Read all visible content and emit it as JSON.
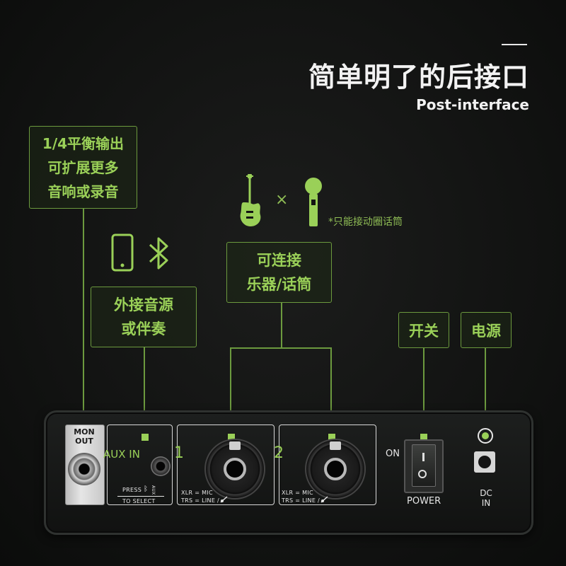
{
  "header": {
    "title": "简单明了的后接口",
    "subtitle": "Post-interface"
  },
  "callouts": {
    "balanced_out": "1/4平衡输出\n可扩展更多\n音响或录音",
    "aux_source": "外接音源\n或伴奏",
    "instrument_mic": "可连接\n乐器/话筒",
    "power_switch": "开关",
    "power_source": "电源"
  },
  "icons": {
    "guitar": "guitar-icon",
    "mic": "microphone-icon",
    "times": "×",
    "phone": "phone-icon",
    "bluetooth": "bluetooth-icon"
  },
  "note": "*只能接动圈话筒",
  "panel": {
    "mon_out": "MON\nOUT",
    "aux_in": "AUX IN",
    "press_label": "PRESS",
    "to_select": "TO SELECT",
    "aux_small": "AUX",
    "channel_1": "1",
    "channel_2": "2",
    "xlr_mic_1": "XLR = MIC",
    "trs_line_1": "TRS = LINE /",
    "xlr_mic_2": "XLR = MIC",
    "trs_line_2": "TRS = LINE /",
    "on_label": "ON",
    "power_label": "POWER",
    "dc_in": "DC\nIN"
  },
  "colors": {
    "accent_green": "#9ad058",
    "border_green": "#6c9a3e",
    "background": "#131413"
  }
}
